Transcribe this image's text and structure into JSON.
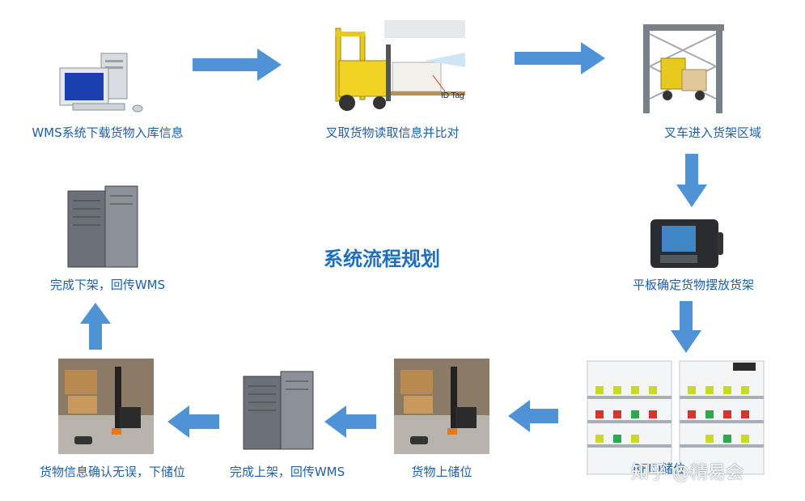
{
  "title": "系统流程规划",
  "steps": [
    {
      "label": "WMS系统下载货物入库信息",
      "icon": "computer-icon"
    },
    {
      "label": "叉取货物读取信息并比对",
      "icon": "forklift-icon"
    },
    {
      "label": "叉车进入货架区域",
      "icon": "gate-forklift-icon"
    },
    {
      "label": "平板确定货物摆放货架",
      "icon": "tablet-icon"
    },
    {
      "label": "RFID储位",
      "icon": "shelf-icon"
    },
    {
      "label": "货物上储位",
      "icon": "warehouse-photo-icon"
    },
    {
      "label": "完成上架，回传WMS",
      "icon": "server-icon"
    },
    {
      "label": "货物信息确认无误，下储位",
      "icon": "warehouse-photo-icon"
    },
    {
      "label": "完成下架，回传WMS",
      "icon": "server-icon"
    }
  ],
  "forklift_tag": "ID Tag",
  "watermark": "知乎 @精易会",
  "colors": {
    "arrow": "#4f93d6",
    "label": "#1f5fa6",
    "title": "#1f6fc0"
  }
}
